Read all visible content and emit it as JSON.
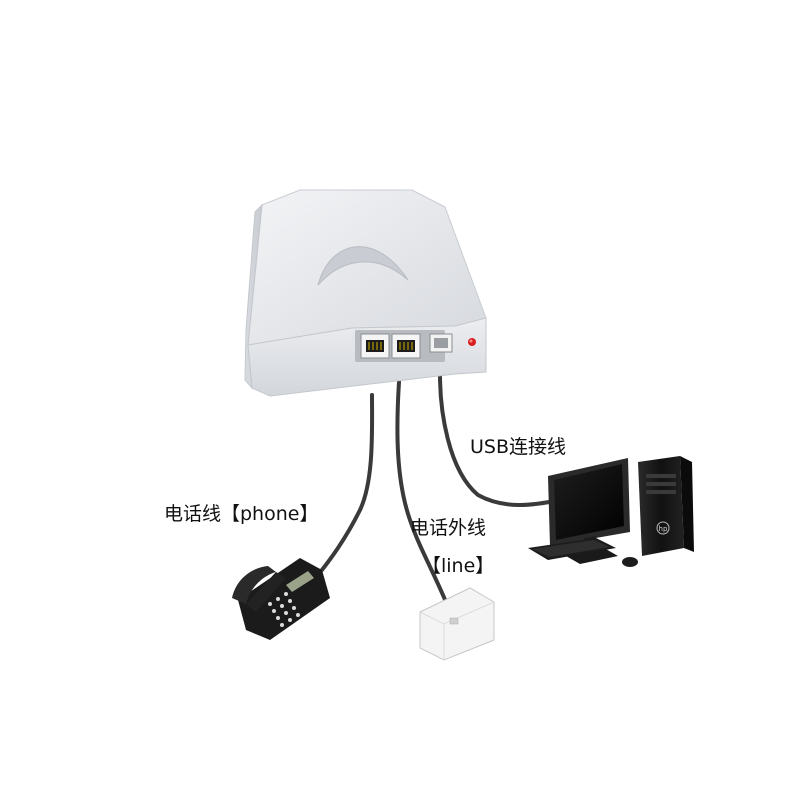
{
  "labels": {
    "usb_cable": "USB连接线",
    "phone_cable": "电话线【phone】",
    "outside_line_cn": "电话外线",
    "outside_line_en": "【line】"
  },
  "device": {
    "brand_mark": "hp"
  },
  "colors": {
    "cable": "#3a3a3a",
    "device_body": "#e6e8ec",
    "led": "#d81e1e",
    "phone_body": "#1b1b1b",
    "monitor_screen": "#0d0d0d"
  }
}
